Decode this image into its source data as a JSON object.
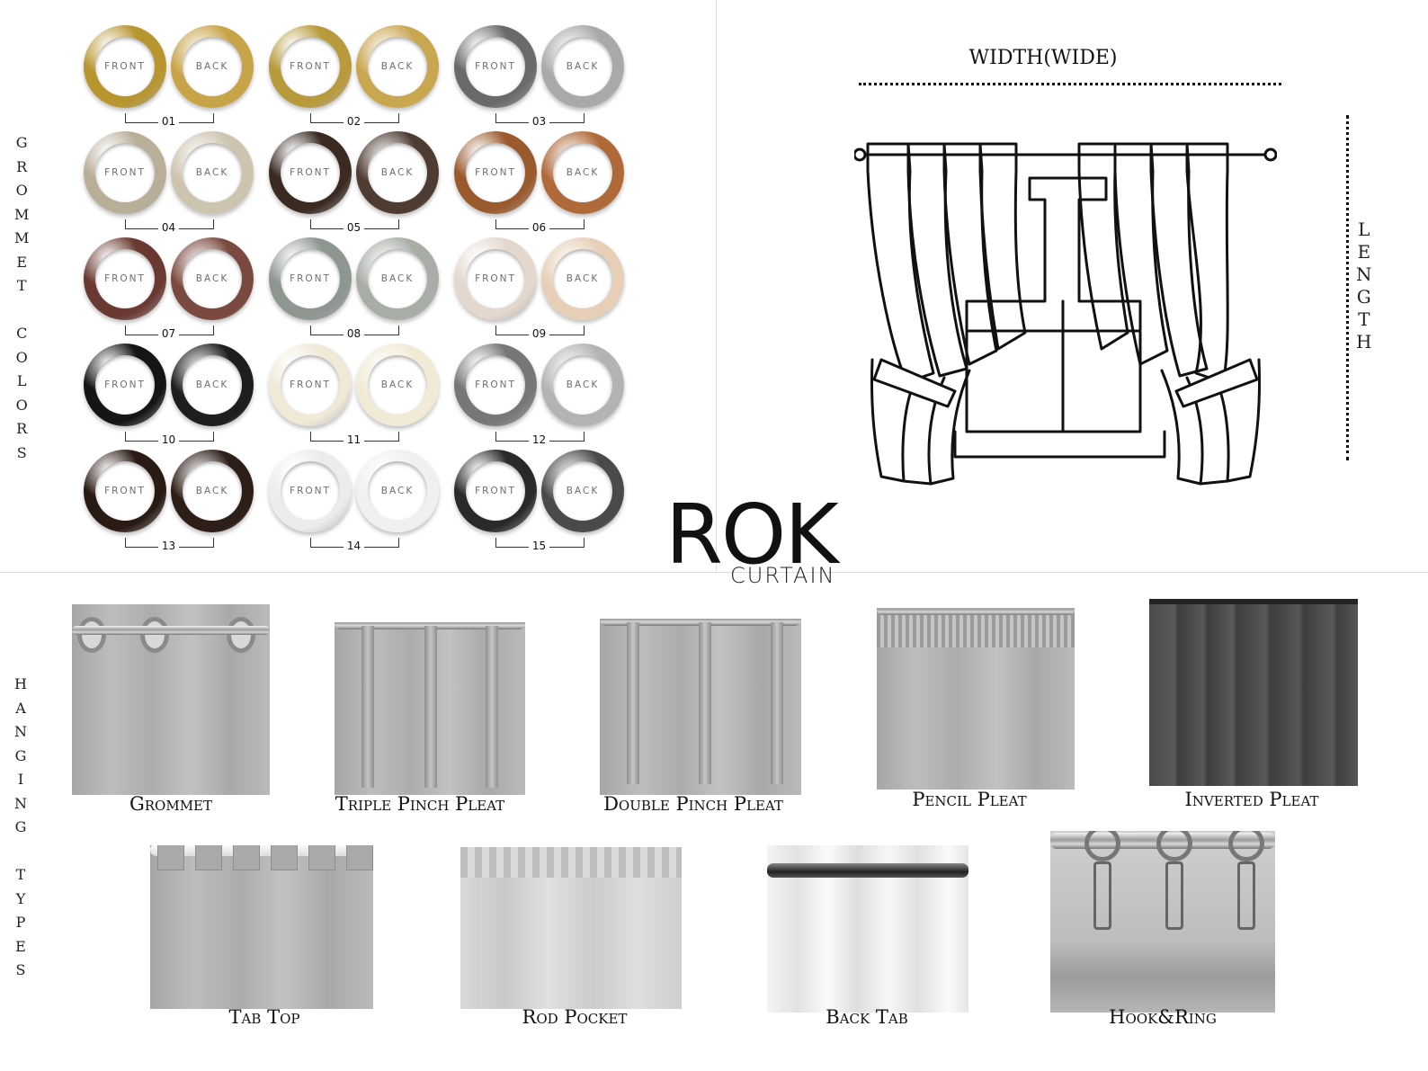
{
  "grommet_section": {
    "title": "GROMMET COLORS",
    "front_label": "FRONT",
    "back_label": "BACK",
    "swatches": [
      {
        "number": "01",
        "front_color": "#b8962f",
        "back_color": "#c8a448"
      },
      {
        "number": "02",
        "front_color": "#b89a3c",
        "back_color": "#c9a650"
      },
      {
        "number": "03",
        "front_color": "#6a6a6a",
        "back_color": "#a9a9a9"
      },
      {
        "number": "04",
        "front_color": "#b9ae98",
        "back_color": "#cdc4b0"
      },
      {
        "number": "05",
        "front_color": "#3a2a22",
        "back_color": "#4e3c32"
      },
      {
        "number": "06",
        "front_color": "#9a5a2e",
        "back_color": "#b06a3a"
      },
      {
        "number": "07",
        "front_color": "#6a3a32",
        "back_color": "#7a4a40"
      },
      {
        "number": "08",
        "front_color": "#8e9690",
        "back_color": "#a8aea6"
      },
      {
        "number": "09",
        "front_color": "#e4d8ce",
        "back_color": "#e6cfb6"
      },
      {
        "number": "10",
        "front_color": "#151515",
        "back_color": "#1e1e1e"
      },
      {
        "number": "11",
        "front_color": "#efe9d8",
        "back_color": "#f1ead6"
      },
      {
        "number": "12",
        "front_color": "#777777",
        "back_color": "#b3b3b3"
      },
      {
        "number": "13",
        "front_color": "#2a1a14",
        "back_color": "#2e1e18"
      },
      {
        "number": "14",
        "front_color": "#ececec",
        "back_color": "#f0f0f0"
      },
      {
        "number": "15",
        "front_color": "#2a2a2a",
        "back_color": "#4a4a4a"
      }
    ]
  },
  "diagram": {
    "width_label": "WIDTH(WIDE)",
    "length_label": "LENGTH"
  },
  "logo": {
    "main": "ROK",
    "sub": "CURTAIN"
  },
  "hanging_section": {
    "title": "HANGING TYPES",
    "types": [
      {
        "name": "Grommet",
        "style": "grommet"
      },
      {
        "name": "Triple Pinch Pleat",
        "style": "pleat3"
      },
      {
        "name": "Double Pinch Pleat",
        "style": "pleat2"
      },
      {
        "name": "Pencil Pleat",
        "style": "pencil"
      },
      {
        "name": "Inverted Pleat",
        "style": "inverted"
      },
      {
        "name": "Tab Top",
        "style": "tab"
      },
      {
        "name": "Rod Pocket",
        "style": "rodpocket"
      },
      {
        "name": "Back Tab",
        "style": "backtab"
      },
      {
        "name": "Hook&Ring",
        "style": "hookring"
      }
    ]
  }
}
